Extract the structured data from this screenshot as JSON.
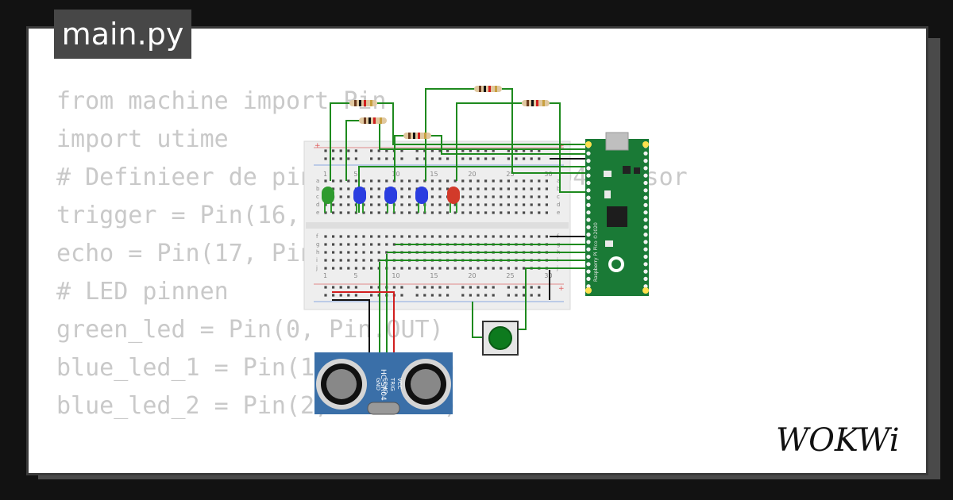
{
  "tab": {
    "filename": "main.py"
  },
  "code_lines": [
    "from machine import Pin",
    "import utime",
    "",
    "# Definieer de pinnen voor de HC-SR04 sensor",
    "trigger = Pin(16, Pin.OUT)",
    "echo = Pin(17, Pin.IN)",
    "",
    "# LED pinnen",
    "green_led = Pin(0, Pin.OUT)",
    "blue_led_1 = Pin(1, Pin.OUT)",
    "blue_led_2 = Pin(2, Pin.OUT)"
  ],
  "breadboard": {
    "rows_top": [
      "a",
      "b",
      "c",
      "d",
      "e"
    ],
    "rows_bottom": [
      "f",
      "g",
      "h",
      "i",
      "j"
    ],
    "column_numbers": [
      "1",
      "5",
      "10",
      "15",
      "20",
      "25",
      "30"
    ]
  },
  "sensor": {
    "label": "HC-SR04",
    "pin_labels": [
      "GND",
      "ECHO",
      "TRIG",
      "VCC"
    ]
  },
  "pico": {
    "label": "Raspberry Pi Pico ©2020"
  },
  "leds": [
    {
      "color": "green",
      "hex": "#2e9b2e"
    },
    {
      "color": "blue",
      "hex": "#2a3de0"
    },
    {
      "color": "blue",
      "hex": "#2a3de0"
    },
    {
      "color": "blue",
      "hex": "#2a3de0"
    },
    {
      "color": "red",
      "hex": "#d23a2a"
    }
  ],
  "colors": {
    "wire_green": "#1e8a1e",
    "wire_red": "#d11f1f",
    "wire_black": "#111111",
    "pico_green": "#1a7a36",
    "sensor_blue": "#3a6fa8",
    "code_gray": "#c9c9c9",
    "tab_bg": "#474747"
  },
  "logo": {
    "text": "WOKWi"
  }
}
